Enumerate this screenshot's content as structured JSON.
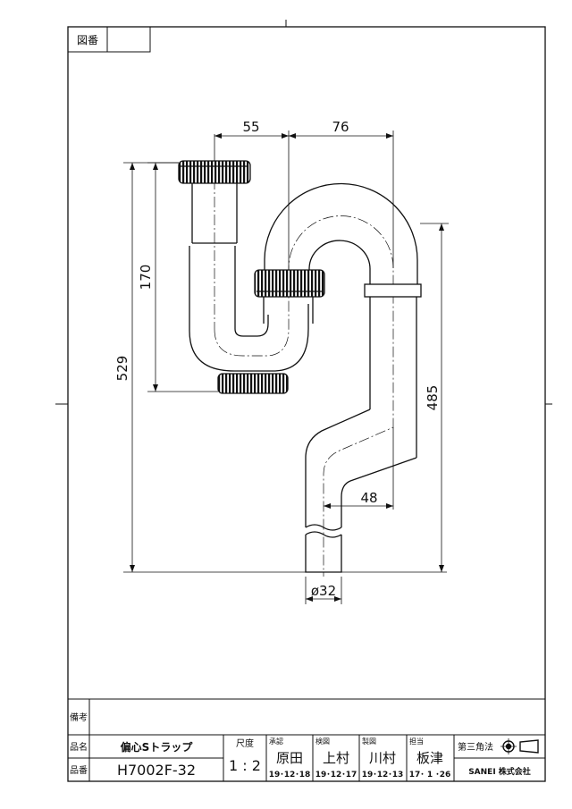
{
  "header": {
    "zuban_label": "図番",
    "zuban_value": ""
  },
  "dimensions": {
    "d55": "55",
    "d76": "76",
    "d170": "170",
    "d529": "529",
    "d485": "485",
    "d48": "48",
    "d32": "ø32"
  },
  "title_block": {
    "biko_label": "備考",
    "biko_value": "",
    "hinmei_label": "品名",
    "hinmei_value": "偏心Sトラップ",
    "hinban_label": "品番",
    "hinban_value": "H7002F-32",
    "shakudo_label": "尺度",
    "shakudo_value": "1 : 2",
    "approvals": [
      {
        "role": "承認",
        "name": "原田",
        "date": "19･12･18"
      },
      {
        "role": "検図",
        "name": "上村",
        "date": "19･12･17"
      },
      {
        "role": "製図",
        "name": "川村",
        "date": "19･12･13"
      },
      {
        "role": "担当",
        "name": "板津",
        "date": "17･ 1 ･26"
      }
    ],
    "projection_label": "第三角法",
    "company": "SANEI 株式会社"
  }
}
